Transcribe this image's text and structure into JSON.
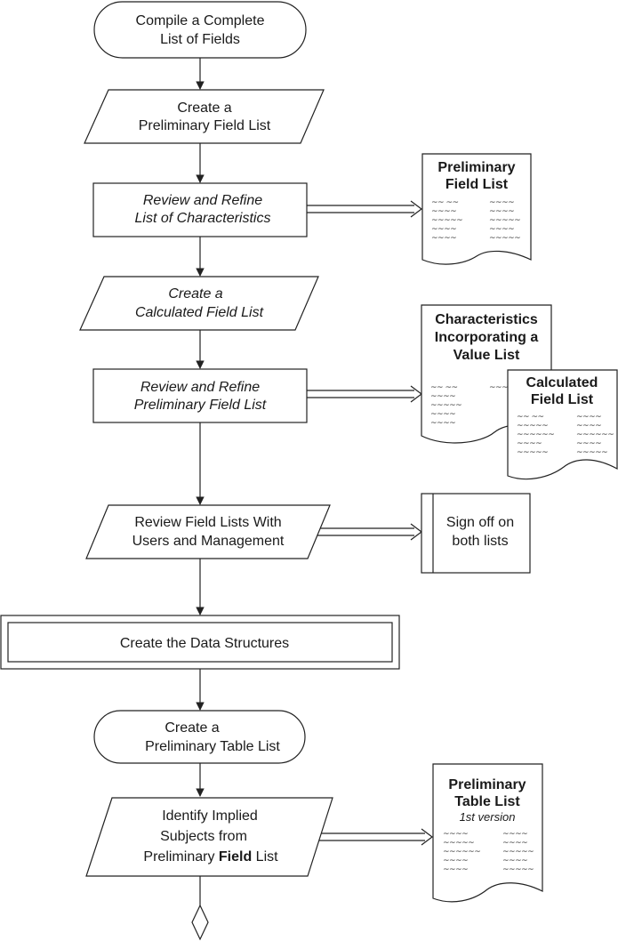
{
  "flow": {
    "compile": {
      "line1": "Compile a Complete",
      "line2": "List of Fields"
    },
    "create_prelim": {
      "line1": "Create a",
      "line2": "Preliminary Field List"
    },
    "review_char": {
      "line1": "Review and Refine",
      "line2": "List of Characteristics"
    },
    "create_calc": {
      "line1": "Create a",
      "line2": "Calculated Field List"
    },
    "review_prelim": {
      "line1": "Review and Refine",
      "line2": "Preliminary Field List"
    },
    "review_users": {
      "line1": "Review Field Lists With",
      "line2": "Users and Management"
    },
    "data_structures": {
      "label": "Create the Data Structures"
    },
    "create_table": {
      "line1": "Create a",
      "line2": "Preliminary Table List"
    },
    "identify": {
      "line1": "Identify Implied",
      "line2": "Subjects from",
      "line3_prefix": "Preliminary ",
      "line3_bold": "Field",
      "line3_suffix": " List"
    }
  },
  "documents": {
    "prelim_field": {
      "title1": "Preliminary",
      "title2": "Field List"
    },
    "characteristics": {
      "title1": "Characteristics",
      "title2": "Incorporating a",
      "title3": "Value List"
    },
    "calculated": {
      "title1": "Calculated",
      "title2": "Field List"
    },
    "prelim_table": {
      "title1": "Preliminary",
      "title2": "Table List",
      "subtitle": "1st version"
    }
  },
  "signoff": {
    "line1": "Sign off on",
    "line2": "both lists"
  },
  "squiggle": {
    "a": "~~ ~~",
    "b": "~~~~",
    "c": "~~~~~",
    "d": "~~~~~~"
  },
  "colors": {
    "stroke": "#222222",
    "fill": "#ffffff",
    "text": "#1a1a1a"
  }
}
